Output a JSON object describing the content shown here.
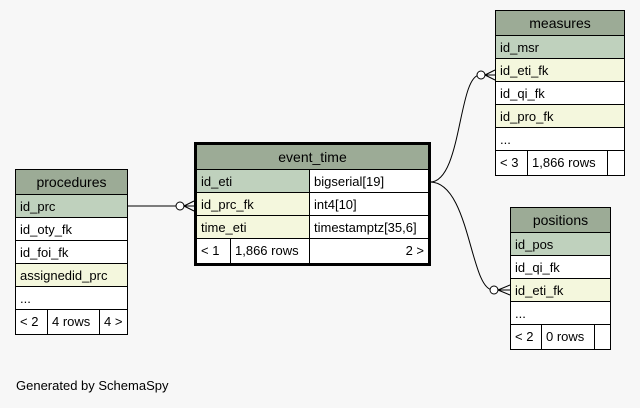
{
  "footer_text": "Generated by SchemaSpy",
  "tables": {
    "procedures": {
      "name": "procedures",
      "columns": [
        "id_prc",
        "id_oty_fk",
        "id_foi_fk",
        "assignedid_prc",
        "..."
      ],
      "footer": [
        "< 2",
        "4 rows",
        "4 >"
      ]
    },
    "event_time": {
      "name": "event_time",
      "columns": [
        {
          "name": "id_eti",
          "type": "bigserial[19]"
        },
        {
          "name": "id_prc_fk",
          "type": "int4[10]"
        },
        {
          "name": "time_eti",
          "type": "timestamptz[35,6]"
        }
      ],
      "footer": [
        "< 1",
        "1,866 rows",
        "2 >"
      ]
    },
    "measures": {
      "name": "measures",
      "columns": [
        "id_msr",
        "id_eti_fk",
        "id_qi_fk",
        "id_pro_fk",
        "..."
      ],
      "footer": [
        "< 3",
        "1,866 rows",
        ""
      ]
    },
    "positions": {
      "name": "positions",
      "columns": [
        "id_pos",
        "id_qi_fk",
        "id_eti_fk",
        "..."
      ],
      "footer": [
        "< 2",
        "0 rows",
        ""
      ]
    }
  }
}
